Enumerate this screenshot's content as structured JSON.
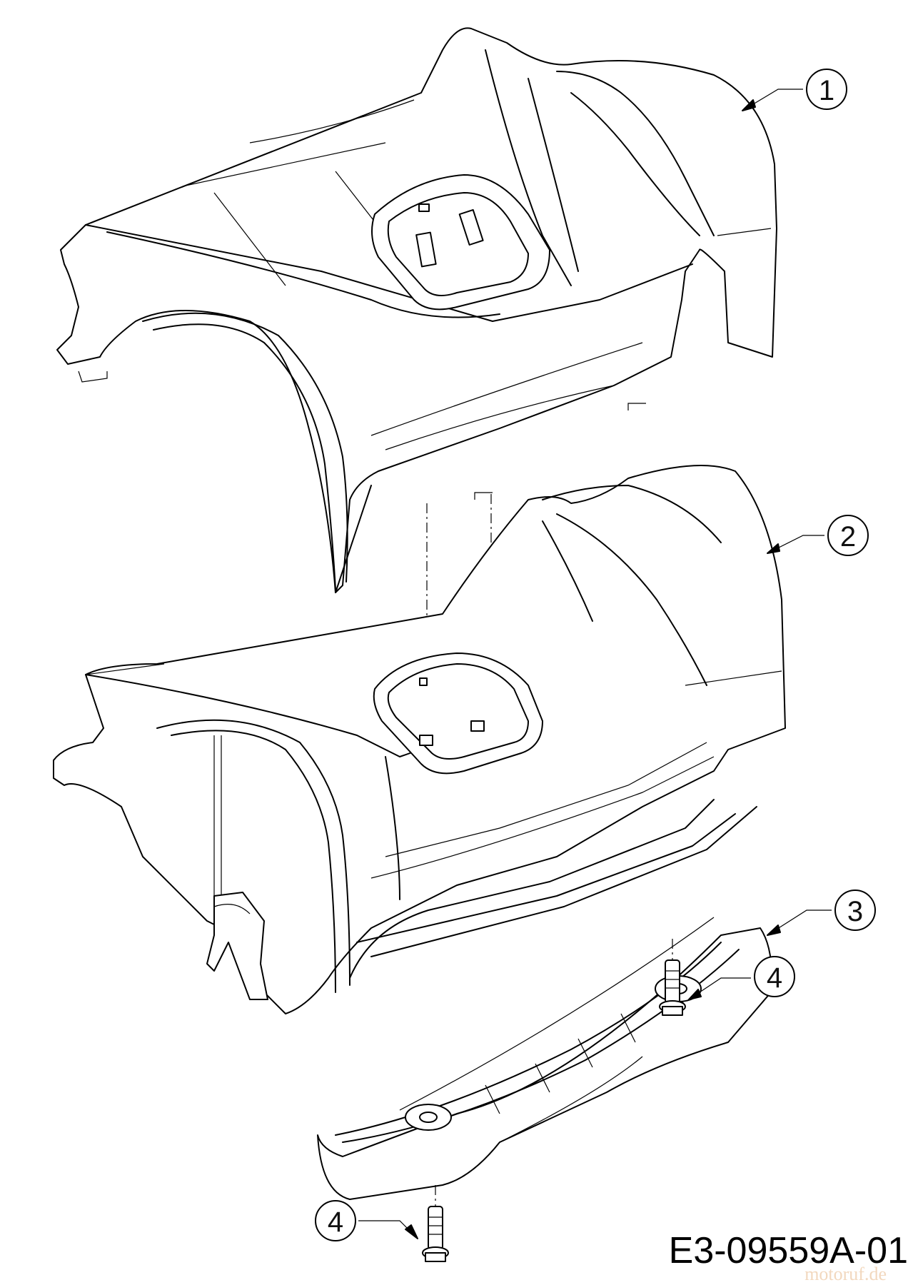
{
  "callouts": [
    {
      "label": "1"
    },
    {
      "label": "2"
    },
    {
      "label": "3"
    },
    {
      "label": "4"
    },
    {
      "label": "4"
    }
  ],
  "reference_code": "E3-09559A-01",
  "watermark": "motoruf.de"
}
